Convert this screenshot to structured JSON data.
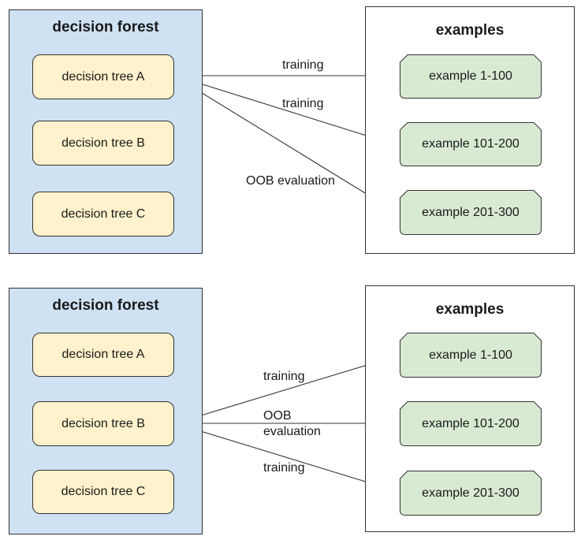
{
  "colors": {
    "background": "#ffffff",
    "forest_fill": "#cfe2f3",
    "tree_fill": "#fff2cc",
    "example_fill": "#d9ead3",
    "border": "#333333",
    "text": "#1a1a1a"
  },
  "sections": [
    {
      "forest": {
        "title": "decision forest",
        "trees": [
          {
            "label": "decision tree A"
          },
          {
            "label": "decision tree B"
          },
          {
            "label": "decision tree C"
          }
        ]
      },
      "examples": {
        "title": "examples",
        "items": [
          {
            "label": "example 1-100"
          },
          {
            "label": "example 101-200"
          },
          {
            "label": "example 201-300"
          }
        ]
      },
      "arrows": [
        {
          "label": "training",
          "from": "decision tree A",
          "to": "example 1-100"
        },
        {
          "label": "training",
          "from": "decision tree A",
          "to": "example 101-200"
        },
        {
          "label": "OOB evaluation",
          "from": "decision tree A",
          "to": "example 201-300"
        }
      ]
    },
    {
      "forest": {
        "title": "decision forest",
        "trees": [
          {
            "label": "decision tree A"
          },
          {
            "label": "decision tree B"
          },
          {
            "label": "decision tree C"
          }
        ]
      },
      "examples": {
        "title": "examples",
        "items": [
          {
            "label": "example 1-100"
          },
          {
            "label": "example 101-200"
          },
          {
            "label": "example 201-300"
          }
        ]
      },
      "arrows": [
        {
          "label": "training",
          "from": "decision tree B",
          "to": "example 1-100"
        },
        {
          "label": "OOB evaluation",
          "from": "decision tree B",
          "to": "example 101-200"
        },
        {
          "label": "training",
          "from": "decision tree B",
          "to": "example 201-300"
        }
      ]
    }
  ]
}
